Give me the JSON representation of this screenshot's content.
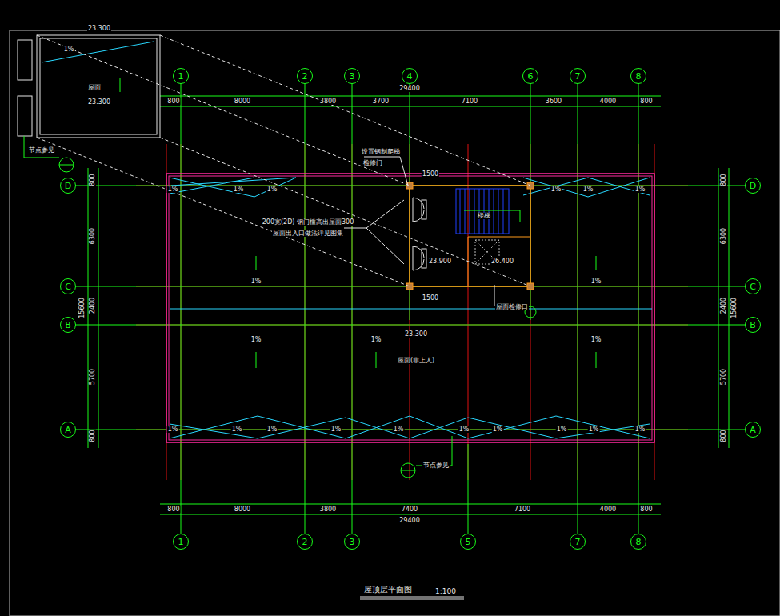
{
  "diagram": {
    "title": "屋顶层平面图",
    "nodes": [
      {
        "text": [
          "1"
        ]
      },
      {
        "text": [
          "2"
        ]
      },
      {
        "text": [
          "3"
        ]
      },
      {
        "text": [
          "4"
        ]
      },
      {
        "text": [
          "6"
        ]
      },
      {
        "text": [
          "7"
        ]
      },
      {
        "text": [
          "8"
        ]
      },
      {
        "text": [
          "D"
        ]
      },
      {
        "text": [
          "C"
        ]
      },
      {
        "text": [
          "B"
        ]
      },
      {
        "text": [
          "A"
        ]
      },
      {
        "text": [
          "D"
        ]
      },
      {
        "text": [
          "C"
        ]
      },
      {
        "text": [
          "B"
        ]
      },
      {
        "text": [
          "A"
        ]
      },
      {
        "text": [
          "1"
        ]
      },
      {
        "text": [
          "2"
        ]
      },
      {
        "text": [
          "3"
        ]
      },
      {
        "text": [
          "5"
        ]
      },
      {
        "text": [
          "7"
        ]
      },
      {
        "text": [
          "8"
        ]
      }
    ],
    "edges": [],
    "labels": [
      "1:100",
      "800",
      "8000",
      "3800",
      "3700",
      "7100",
      "3600",
      "4000",
      "800",
      "29400",
      "800",
      "8000",
      "3800",
      "7400",
      "7100",
      "4000",
      "800",
      "29400",
      "800",
      "6300",
      "2400",
      "5700",
      "800",
      "15600",
      "800",
      "6300",
      "2400",
      "5700",
      "800",
      "15600",
      "1%",
      "1%",
      "1%",
      "1%",
      "1%",
      "1%",
      "1%",
      "1%",
      "1%",
      "1%",
      "1%",
      "1%",
      "1%",
      "1%",
      "1%",
      "1%",
      "1%",
      "1%",
      "1%",
      "1%",
      "1%",
      "23.300",
      "屋面(非上人)",
      "楼梯",
      "设置钢制爬梯",
      "检修门",
      "200宽(2D) 钢门槛高出屋面300",
      "屋面出入口做法详见图集",
      "屋面检修口",
      "23.900",
      "26.400",
      "1500",
      "1500",
      "节点参见",
      "节点参见",
      "屋面",
      "23.300",
      "1%",
      "23.300"
    ]
  }
}
